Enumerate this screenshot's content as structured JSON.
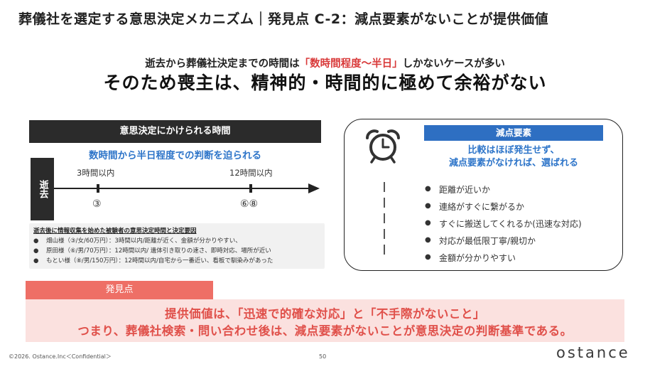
{
  "header": {
    "title": "葬儀社を選定する意思決定メカニズム｜発見点 C-2：減点要素がないことが提供価値"
  },
  "subheadline": {
    "line1_pre": "逝去から葬儀社決定までの時間は",
    "line1_highlight": "「数時間程度〜半日」",
    "line1_post": "しかないケースが多い",
    "line2": "そのため喪主は、精神的・時間的に極めて余裕がない"
  },
  "timeline": {
    "bar_title": "意思決定にかけられる時間",
    "subtitle": "数時間から半日程度での判断を迫られる",
    "start_label": "逝去",
    "ticks": [
      {
        "label": "3時間以内",
        "cases": "③"
      },
      {
        "label": "12時間以内",
        "cases": "⑥⑧"
      }
    ]
  },
  "notes": {
    "title": "逝去後に情報収集を始めた被験者の意思決定時間と決定要因",
    "bullet": "●",
    "items": [
      "畑山様（③/女/60万円）：3時間以内/距離が近く、金額が分かりやすい、",
      "原田様（⑥/男/70万円）：12時間以内/ 遺体引き取りの速さ、即時対応、場所が近い",
      "もとい様（⑧/男/150万円）：12時間以内/自宅から一番近い、看板で馴染みがあった"
    ]
  },
  "deduction": {
    "label": "減点要素",
    "text_line1": "比較はほぼ発生せず、",
    "text_line2": "減点要素がなければ、選ばれる",
    "bullet": "●",
    "factors": [
      "距離が近いか",
      "連絡がすぐに繋がるか",
      "すぐに搬送してくれるか(迅速な対応)",
      "対応が最低限丁寧/親切か",
      "金額が分かりやすい"
    ],
    "icon": "alarm-clock-icon"
  },
  "finding": {
    "tab_label": "発見点",
    "line1": "提供価値は、「迅速で的確な対応」と「不手際がないこと」",
    "line2": "つまり、葬儀社検索・問い合わせ後は、減点要素がないことが意思決定の判断基準である。"
  },
  "footer": {
    "copyright": "©2026. Ostance.Inc＜Confidential＞",
    "page": "50",
    "logo": "ostance"
  },
  "colors": {
    "accent_blue": "#2e6fc2",
    "highlight_red": "#d93a3a",
    "finding_tab": "#ee6f66",
    "finding_bg": "#fbe1df",
    "dark": "#2b2b2b"
  }
}
